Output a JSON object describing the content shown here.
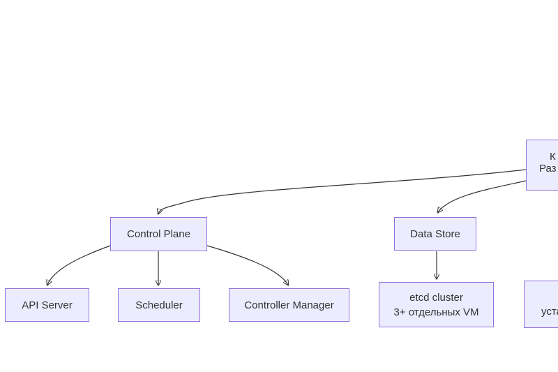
{
  "diagram": {
    "type": "flowchart",
    "colors": {
      "background": "#ffffff",
      "node_fill": "#ECECFF",
      "node_border": "#9370DB",
      "edge_color": "#333333",
      "text_color": "#333333"
    },
    "nodes": {
      "kubernetes": {
        "note": "clipped at right edge of viewport, only text fragments visible",
        "line1_fragment": "К",
        "line2_fragment": "Раз"
      },
      "control_plane": {
        "label": "Control Plane"
      },
      "data_store": {
        "label": "Data Store"
      },
      "api_server": {
        "label": "API Server"
      },
      "scheduler": {
        "label": "Scheduler"
      },
      "controller_manager": {
        "label": "Controller Manager"
      },
      "etcd": {
        "line1": "etcd cluster",
        "line2": "3+ отдельных VM"
      },
      "right_bottom": {
        "note": "clipped at right edge of viewport, only text fragment visible",
        "line1_fragment": "уста"
      }
    },
    "edges": [
      {
        "from": "kubernetes",
        "to": "control_plane",
        "arrow": true
      },
      {
        "from": "kubernetes",
        "to": "data_store",
        "arrow": true
      },
      {
        "from": "control_plane",
        "to": "api_server",
        "arrow": true
      },
      {
        "from": "control_plane",
        "to": "scheduler",
        "arrow": true
      },
      {
        "from": "control_plane",
        "to": "controller_manager",
        "arrow": true
      },
      {
        "from": "data_store",
        "to": "etcd",
        "arrow": true
      }
    ]
  }
}
